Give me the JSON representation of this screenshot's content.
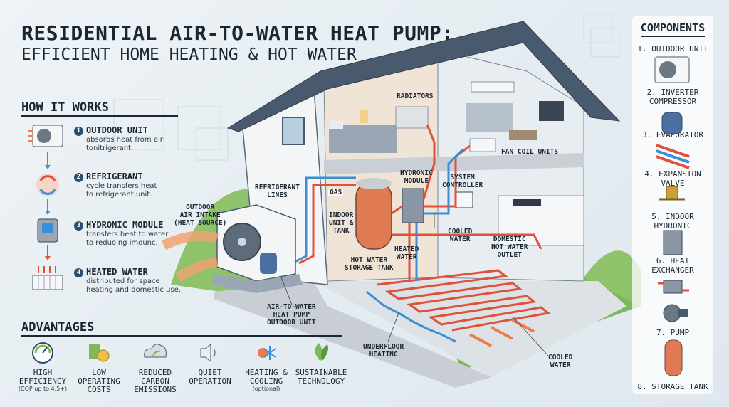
{
  "title": {
    "line1": "RESIDENTIAL AIR-TO-WATER HEAT PUMP:",
    "line2": "EFFICIENT HOME HEATING & HOT WATER"
  },
  "how_it_works": {
    "heading": "HOW IT WORKS",
    "steps": [
      {
        "num": "1",
        "title": "OUTDOOR UNIT",
        "desc1": "absorbs heat from air",
        "desc2": "tonitrigerant."
      },
      {
        "num": "2",
        "title": "REFRIGERANT",
        "desc1": "cycle transfers heat",
        "desc2": "to refrigerant unit."
      },
      {
        "num": "3",
        "title": "HYDRONIC MODULE",
        "desc1": "transfers heat to water",
        "desc2": "to reduoing imounc."
      },
      {
        "num": "4",
        "title": "HEATED WATER",
        "desc1": "distributed for space",
        "desc2": "heating and domestic use."
      }
    ]
  },
  "advantages": {
    "heading": "ADVANTAGES",
    "items": [
      {
        "line1": "HIGH",
        "line2": "EFFICIENCY",
        "sub": "(COP up to 4.5+)"
      },
      {
        "line1": "LOW",
        "line2": "OPERATING",
        "line3": "COSTS"
      },
      {
        "line1": "REDUCED",
        "line2": "CARBON",
        "line3": "EMISSIONS"
      },
      {
        "line1": "QUIET",
        "line2": "OPERATION"
      },
      {
        "line1": "HEATING &",
        "line2": "COOLING",
        "sub": "(optional)"
      },
      {
        "line1": "SUSTAINABLE",
        "line2": "TECHNOLOGY"
      }
    ]
  },
  "components": {
    "heading": "COMPONENTS",
    "items": [
      {
        "line1": "1. OUTDOOR UNIT"
      },
      {
        "line1": "2. INVERTER",
        "line2": "COMPRESSOR"
      },
      {
        "line1": "3. EVAPORATOR"
      },
      {
        "line1": "4. EXPANSION",
        "line2": "VALVE"
      },
      {
        "line1": "5. INDOOR",
        "line2": "HYDRONIC"
      },
      {
        "line1": "6. HEAT",
        "line2": "EXCHANGER"
      },
      {
        "line1": "7. PUMP"
      },
      {
        "line1": "8. STORAGE TANK"
      }
    ]
  },
  "diagram_labels": {
    "outdoor_air_intake": [
      "OUTDOOR",
      "AIR INTAKE",
      "(HEAT SOURCE)"
    ],
    "refrigerant_lines": [
      "REFRIGERANT",
      "LINES"
    ],
    "gas": "GAS",
    "indoor_unit_tank": [
      "INDOOR",
      "UNIT &",
      "TANK"
    ],
    "hydronic_module": [
      "HYDRONIC",
      "MODULE"
    ],
    "system_controller": [
      "SYSTEM",
      "CONTROLLER"
    ],
    "radiators": "RADIATORS",
    "fan_coil_units": "FAN COIL UNITS",
    "hot_water_storage_tank": [
      "HOT WATER",
      "STORAGE TANK"
    ],
    "heated_water": [
      "HEATED",
      "WATER"
    ],
    "cooled_water_top": [
      "COOLED",
      "WATER"
    ],
    "domestic_hot_water": [
      "DOMESTIC",
      "HOT WATER",
      "OUTLET"
    ],
    "outdoor_unit_caption": [
      "AIR-TO-WATER",
      "HEAT PUMP",
      "OUTDOOR UNIT"
    ],
    "underfloor_heating": [
      "UNDERFLOOR",
      "HEATING"
    ],
    "cooled_water_bottom": [
      "COOLED",
      "WATER"
    ]
  },
  "colors": {
    "hot": "#e0513a",
    "cold": "#3b8fd6",
    "roof": "#4a5a6e",
    "wall": "#f1f3f5",
    "grass": "#7fb85a"
  }
}
